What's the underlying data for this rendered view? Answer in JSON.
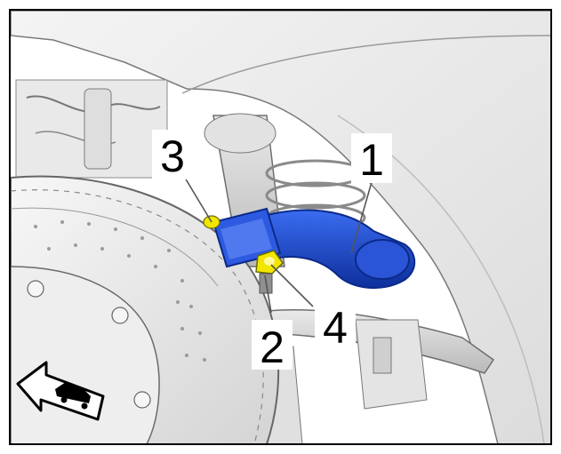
{
  "callouts": [
    {
      "id": "1",
      "text": "1"
    },
    {
      "id": "2",
      "text": "2"
    },
    {
      "id": "3",
      "text": "3"
    },
    {
      "id": "4",
      "text": "4"
    }
  ],
  "colors": {
    "link_blue": "#1f4ed8",
    "link_dark": "#0b2a8a",
    "fastener_yellow": "#f2e600",
    "line_gray": "#555555",
    "background": "#ffffff"
  },
  "icons": {
    "direction_arrow": "forward-direction-arrow-icon",
    "vehicle": "car-icon"
  }
}
